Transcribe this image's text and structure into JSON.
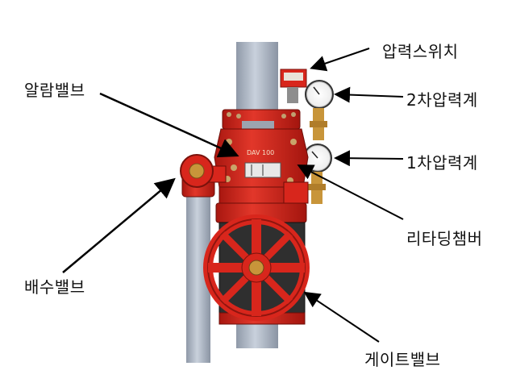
{
  "labels": {
    "pressure_switch": "압력스위치",
    "alarm_valve": "알람밸브",
    "secondary_gauge": "2차압력계",
    "primary_gauge": "1차압력계",
    "retarding_chamber": "리타딩챔버",
    "drain_valve": "배수밸브",
    "gate_valve": "게이트밸브"
  },
  "valve_marking": "DAV 100",
  "colors": {
    "valve_red": "#d8261c",
    "pipe_gray": "#a9b3c1",
    "brass": "#c8953a",
    "arrow": "#000000"
  }
}
